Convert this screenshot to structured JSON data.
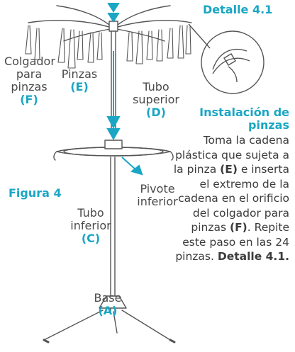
{
  "detail": {
    "title": "Detalle 4.1"
  },
  "figure": {
    "label": "Figura 4"
  },
  "parts": {
    "clothespin_hanger": {
      "line1": "Colgador",
      "line2": "para",
      "line3": "pinzas",
      "code": "(F)"
    },
    "pins": {
      "line1": "Pinzas",
      "code": "(E)"
    },
    "upper_tube": {
      "line1": "Tubo",
      "line2": "superior",
      "code": "(D)"
    },
    "lower_tube": {
      "line1": "Tubo",
      "line2": "inferior",
      "code": "(C)"
    },
    "lower_pivot": {
      "line1": "Pivote",
      "line2": "inferior"
    },
    "base": {
      "line1": "Base",
      "code": "(A)"
    }
  },
  "instructions": {
    "title_line1": "Instalación de",
    "title_line2": "pinzas",
    "t1": "Toma la cadena plástica que sujeta a la pinza ",
    "b1": "(E)",
    "t2": " e inserta el extremo de la cadena en el orificio del colgador para pinzas ",
    "b2": "(F)",
    "t3": ".  Repite este paso en las 24 pinzas. ",
    "b3": "Detalle 4.1."
  },
  "colors": {
    "accent": "#1aa6c4",
    "line": "#555555",
    "text": "#3b3b3b"
  }
}
